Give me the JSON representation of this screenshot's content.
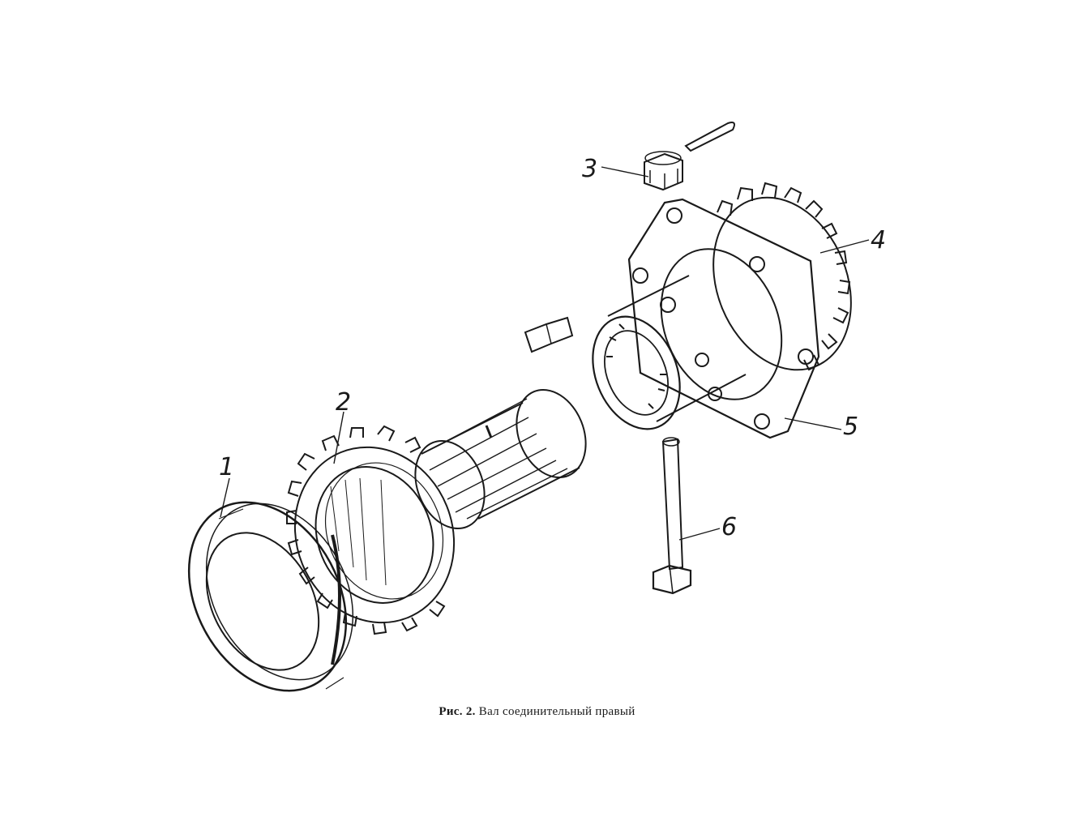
{
  "callouts": [
    {
      "id": "1",
      "label": "1"
    },
    {
      "id": "2",
      "label": "2"
    },
    {
      "id": "3",
      "label": "3"
    },
    {
      "id": "4",
      "label": "4"
    },
    {
      "id": "5",
      "label": "5"
    },
    {
      "id": "6",
      "label": "6"
    }
  ],
  "caption": {
    "figure": "Рис. 2.",
    "title": "Вал соединительный правый"
  },
  "colors": {
    "ink": "#1a1a1a",
    "paper": "#ffffff"
  }
}
